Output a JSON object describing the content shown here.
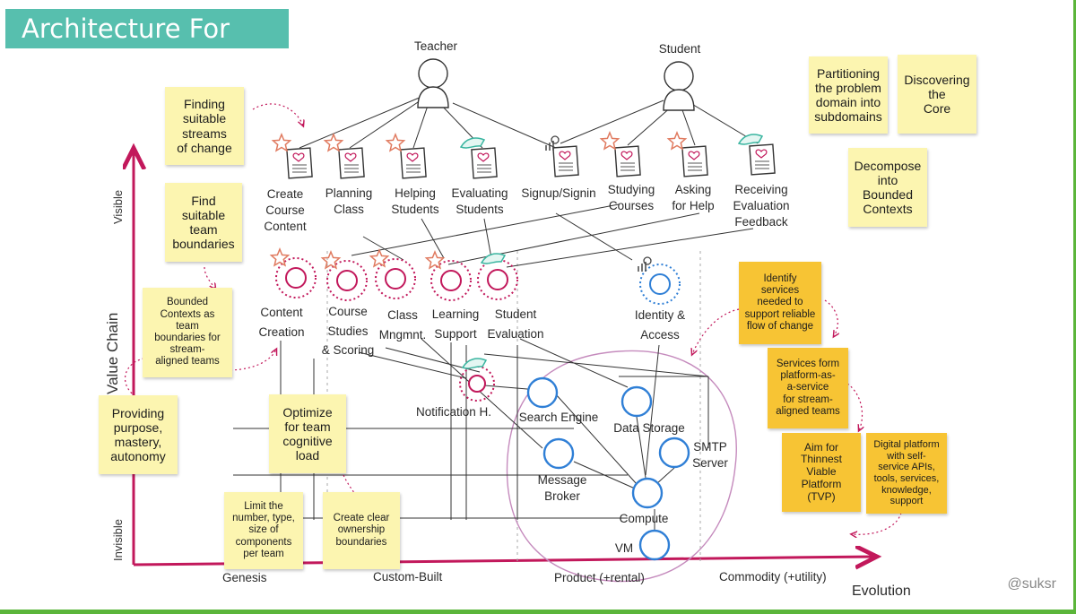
{
  "title": "Architecture For Flow",
  "handle": "@suksr",
  "users": {
    "teacher": "Teacher",
    "student": "Student"
  },
  "needs": [
    "Create\nCourse\nContent",
    "Planning\nClass",
    "Helping\nStudents",
    "Evaluating\nStudents",
    "Signup/Signin",
    "Studying\nCourses",
    "Asking\nfor Help",
    "Receiving\nEvaluation\nFeedback"
  ],
  "contexts": [
    "Content\nCreation",
    "Course\nStudies\n& Scoring",
    "Class\nMngmnt.",
    "Learning\nSupport",
    "Student\nEvaluation",
    "Identity &\nAccess"
  ],
  "platform": {
    "notification": "Notification H.",
    "search_engine": "Search Engine",
    "data_storage": "Data Storage",
    "smtp_server": "SMTP\nServer",
    "message_broker": "Message\nBroker",
    "compute": "Compute",
    "vm": "VM"
  },
  "axes": {
    "value_chain": "Value Chain",
    "visible": "Visible",
    "invisible": "Invisible",
    "evolution": "Evolution",
    "stages": [
      "Genesis",
      "Custom-Built",
      "Product (+rental)",
      "Commodity (+utility)"
    ]
  },
  "notes_left": {
    "finding_streams": "Finding\nsuitable\nstreams\nof change",
    "find_boundaries": "Find\nsuitable\nteam\nboundaries",
    "bounded_contexts": "Bounded\nContexts as\nteam\nboundaries for\nstream-\naligned teams",
    "purpose": "Providing\npurpose,\nmastery,\nautonomy",
    "optimize": "Optimize\nfor team\ncognitive\nload",
    "limit": "Limit the\nnumber, type,\nsize of\ncomponents\nper team",
    "ownership": "Create clear\nownership\nboundaries"
  },
  "notes_right": {
    "partitioning": "Partitioning\nthe problem\ndomain into\nsubdomains",
    "discovering": "Discovering\nthe\nCore",
    "decompose": "Decompose\ninto\nBounded\nContexts",
    "identify": "Identify\nservices\nneeded to\nsupport reliable\nflow of change",
    "services_form": "Services form\nplatform-as-\na-service\nfor stream-\naligned teams",
    "aim": "Aim for\nThinnest\nViable\nPlatform\n(TVP)",
    "digital": "Digital platform\nwith self-\nservice APIs,\ntools, services,\nknowledge,\nsupport"
  },
  "colors": {
    "title_bg": "#57bfae",
    "axis": "#c2185b",
    "context_ring": "#c2185b",
    "platform_ring": "#2f7fd6",
    "star": "#e07a5f",
    "hand": "#3ab5a0",
    "sticky_yellow": "#fcf5b0",
    "sticky_orange": "#f7c434",
    "frame": "#5bb53a"
  }
}
